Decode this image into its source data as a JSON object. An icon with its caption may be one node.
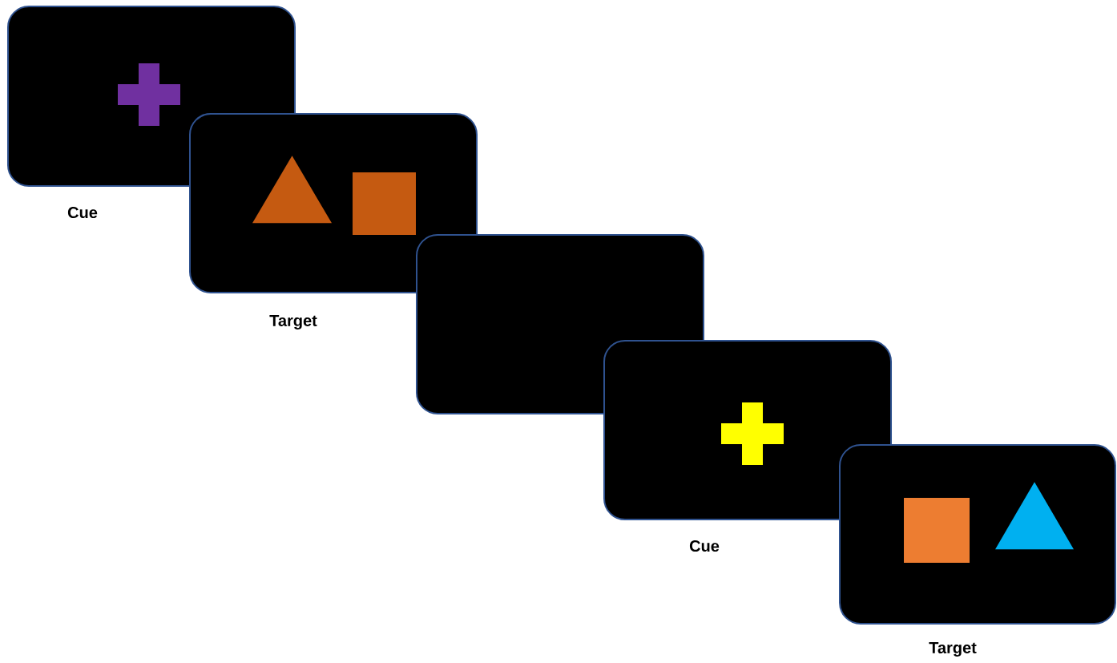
{
  "diagram": {
    "nodes": [
      {
        "text": [],
        "shape": "box",
        "beside": [
          "Cue"
        ]
      },
      {
        "text": [],
        "shape": "cross",
        "in": 0
      },
      {
        "text": [],
        "shape": "box",
        "beside": [
          "Target"
        ]
      },
      {
        "text": [],
        "shape": "triangle",
        "in": 2
      },
      {
        "text": [],
        "shape": "square",
        "in": 2
      },
      {
        "text": [],
        "shape": "box"
      },
      {
        "text": [],
        "shape": "box",
        "beside": [
          "Cue"
        ]
      },
      {
        "text": [],
        "shape": "cross",
        "in": 6
      },
      {
        "text": [],
        "shape": "box",
        "beside": [
          "Target"
        ]
      },
      {
        "text": [],
        "shape": "square",
        "in": 8
      },
      {
        "text": [],
        "shape": "triangle",
        "in": 8
      }
    ]
  }
}
